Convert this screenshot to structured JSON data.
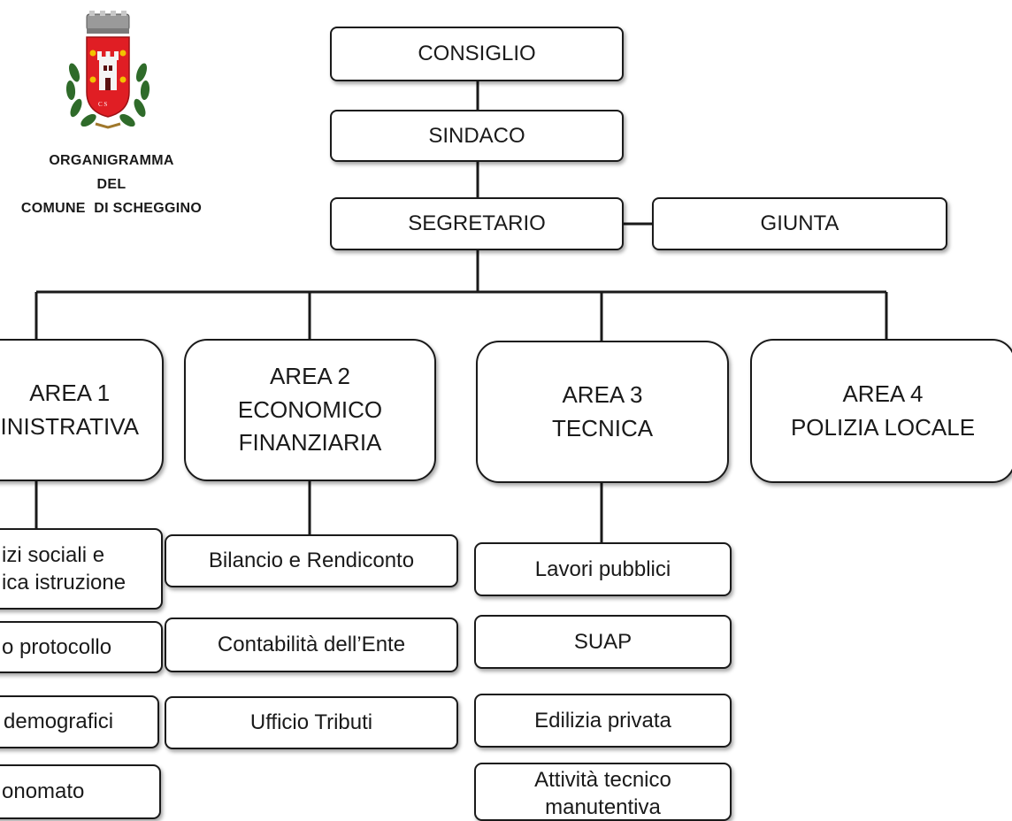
{
  "header": {
    "title": "ORGANIGRAMMA\nDEL\nCOMUNE  DI SCHEGGINO",
    "crest_letters": "C S",
    "colors": {
      "shield": "#e01e24",
      "tower": "#f4f4f4",
      "fleur": "#f2c200",
      "laurel": "#2f6b2a"
    }
  },
  "top": {
    "consiglio": "CONSIGLIO",
    "sindaco": "SINDACO",
    "segretario": "SEGRETARIO",
    "giunta": "GIUNTA"
  },
  "areas": {
    "area1": "AREA 1\nINISTRATIVA",
    "area2": "AREA 2\nECONOMICO\nFINANZIARIA",
    "area3": "AREA 3\nTECNICA",
    "area4": "AREA 4\nPOLIZIA LOCALE"
  },
  "area1_units": [
    "izi sociali e\nica istruzione",
    "o protocollo",
    "demografici",
    "onomato"
  ],
  "area2_units": [
    "Bilancio e Rendiconto",
    "Contabilità dell’Ente",
    "Ufficio Tributi"
  ],
  "area3_units": [
    "Lavori pubblici",
    "SUAP",
    "Edilizia privata",
    "Attività tecnico\nmanutentiva"
  ]
}
